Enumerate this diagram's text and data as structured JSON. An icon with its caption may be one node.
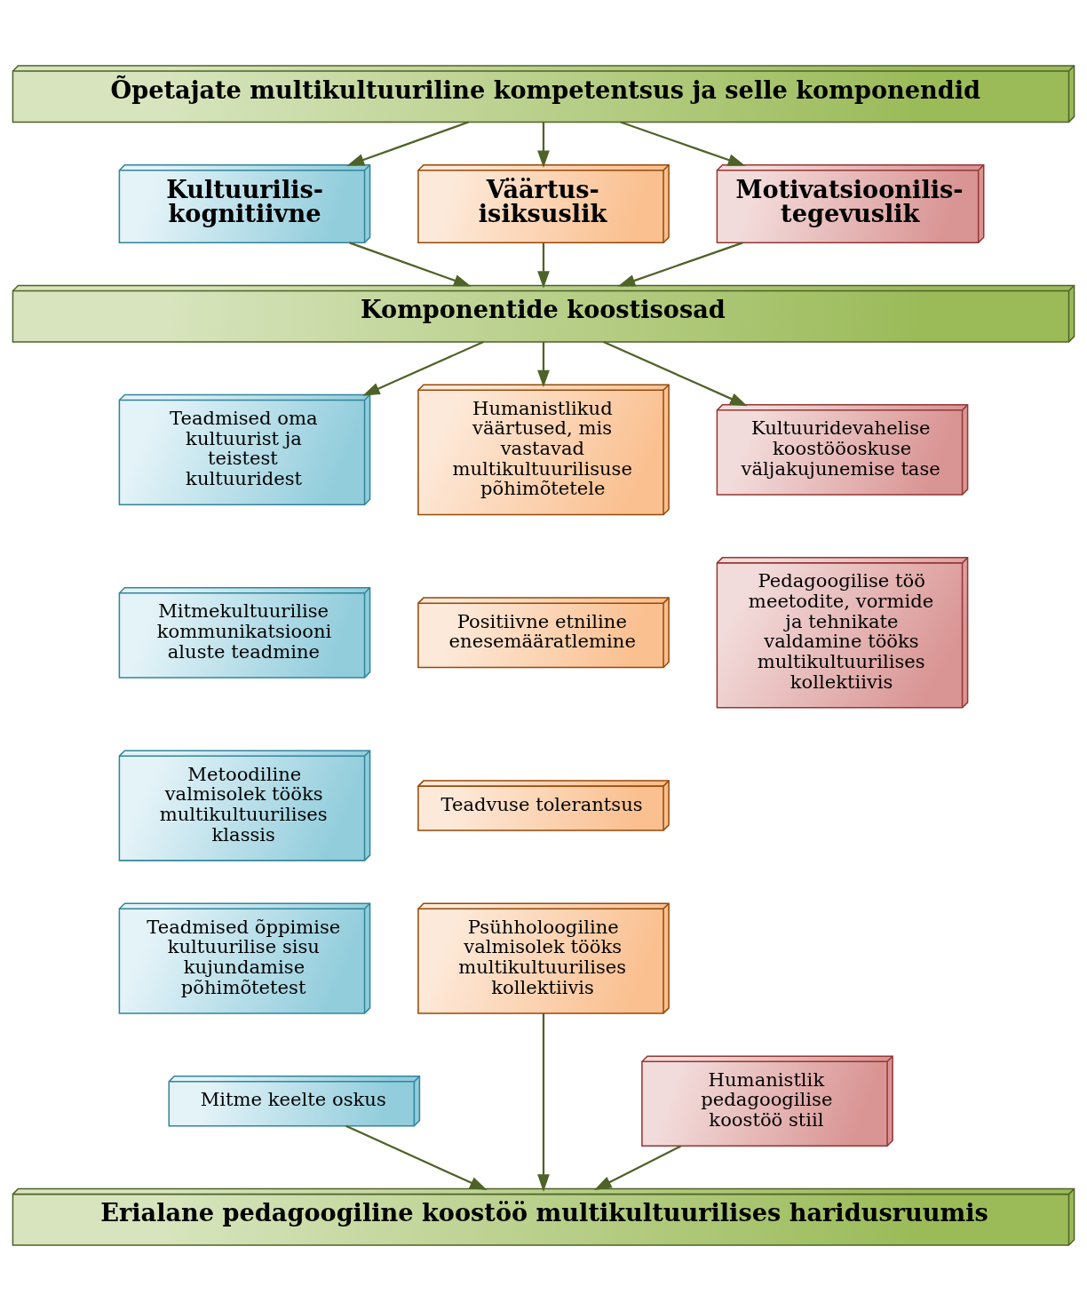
{
  "diagram": {
    "nodes": [
      {
        "text": [
          "Õpetajate multikultuuriline kompetentsus ja selle komponendid"
        ]
      },
      {
        "text": [
          "Kultuurilis- kognitiivne"
        ]
      },
      {
        "text": [
          "Väärtus- isiksuslik"
        ]
      },
      {
        "text": [
          "Motivatsioonilis- tegevuslik"
        ]
      },
      {
        "text": [
          "Komponentide koostisosad"
        ]
      },
      {
        "text": [
          "Teadmised oma kultuurist ja teistest kultuuridest"
        ]
      },
      {
        "text": [
          "Mitmekultuurilise kommunikatsiooni aluste teadmine"
        ]
      },
      {
        "text": [
          "Metoodiline valmisolek tööks multikultuurilises klassis"
        ]
      },
      {
        "text": [
          "Teadmised õppimise kultuurilise sisu kujundamise põhimõtetest"
        ]
      },
      {
        "text": [
          "Mitme keelte oskus"
        ]
      },
      {
        "text": [
          "Humanistlikud väärtused, mis vastavad multikultuurilisuse põhimõtetele"
        ]
      },
      {
        "text": [
          "Positiivne etniline enesemääratlemine"
        ]
      },
      {
        "text": [
          "Teadvuse tolerantsus"
        ]
      },
      {
        "text": [
          "Psühholoogiline valmisolek tööks multikultuurilises kollektiivis"
        ]
      },
      {
        "text": [
          "Kultuuridevahelise koostööoskuse väljakujunemise tase"
        ]
      },
      {
        "text": [
          "Pedagoogilise töö meetodite, vormide ja tehnikate valdamine tööks multikultuurilises kollektiivis"
        ]
      },
      {
        "text": [
          "Humanistlik pedagoogilise koostöö stiil"
        ]
      },
      {
        "text": [
          "Erialane pedagoogiline koostöö multikultuurilises haridusruumis"
        ]
      }
    ],
    "edges": [
      {
        "from": 0,
        "to": 1,
        "arrow": "to"
      },
      {
        "from": 0,
        "to": 2,
        "arrow": "to"
      },
      {
        "from": 0,
        "to": 3,
        "arrow": "to"
      },
      {
        "from": 1,
        "to": 4,
        "arrow": "to"
      },
      {
        "from": 2,
        "to": 4,
        "arrow": "to"
      },
      {
        "from": 3,
        "to": 4,
        "arrow": "to"
      },
      {
        "from": 4,
        "to": 5,
        "arrow": "to"
      },
      {
        "from": 4,
        "to": 10,
        "arrow": "to"
      },
      {
        "from": 4,
        "to": 14,
        "arrow": "to"
      },
      {
        "from": 9,
        "to": 17,
        "arrow": "to"
      },
      {
        "from": 13,
        "to": 17,
        "arrow": "to"
      },
      {
        "from": 16,
        "to": 17,
        "arrow": "to"
      }
    ]
  }
}
